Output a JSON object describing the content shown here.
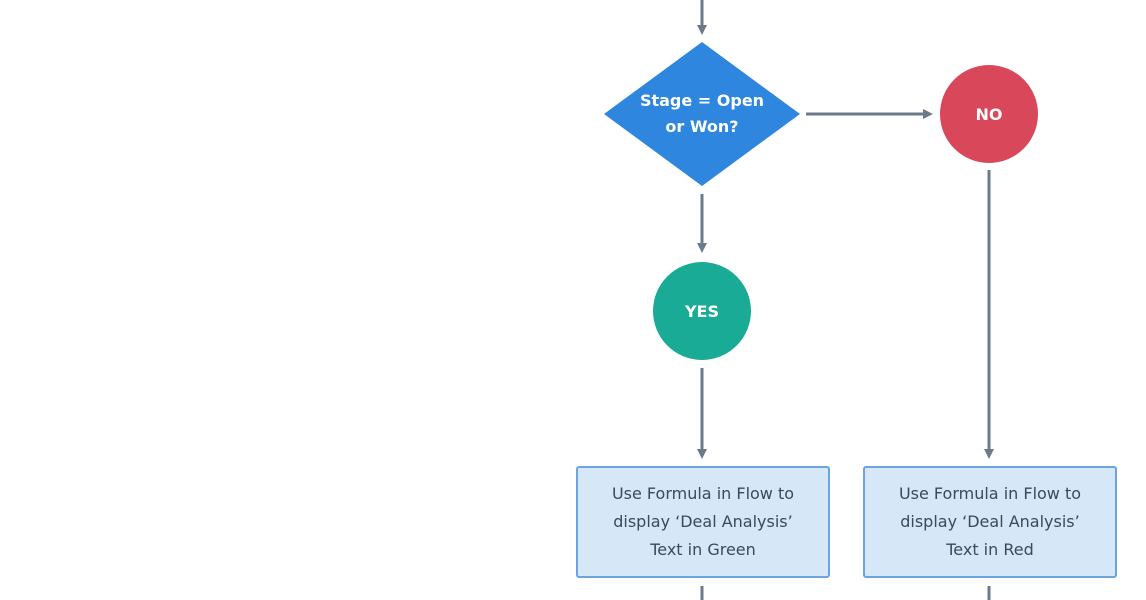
{
  "flowchart": {
    "decision": {
      "label": "Stage = Open\nor Won?",
      "color": "#2e86de"
    },
    "no_node": {
      "label": "NO",
      "color": "#d9475a"
    },
    "yes_node": {
      "label": "YES",
      "color": "#1aab96"
    },
    "action_green": {
      "label": "Use Formula in Flow to\ndisplay ‘Deal Analysis’\nText in Green"
    },
    "action_red": {
      "label": "Use Formula in Flow to\ndisplay ‘Deal Analysis’\nText in Red"
    },
    "connector_color": "#6b7b8c"
  }
}
